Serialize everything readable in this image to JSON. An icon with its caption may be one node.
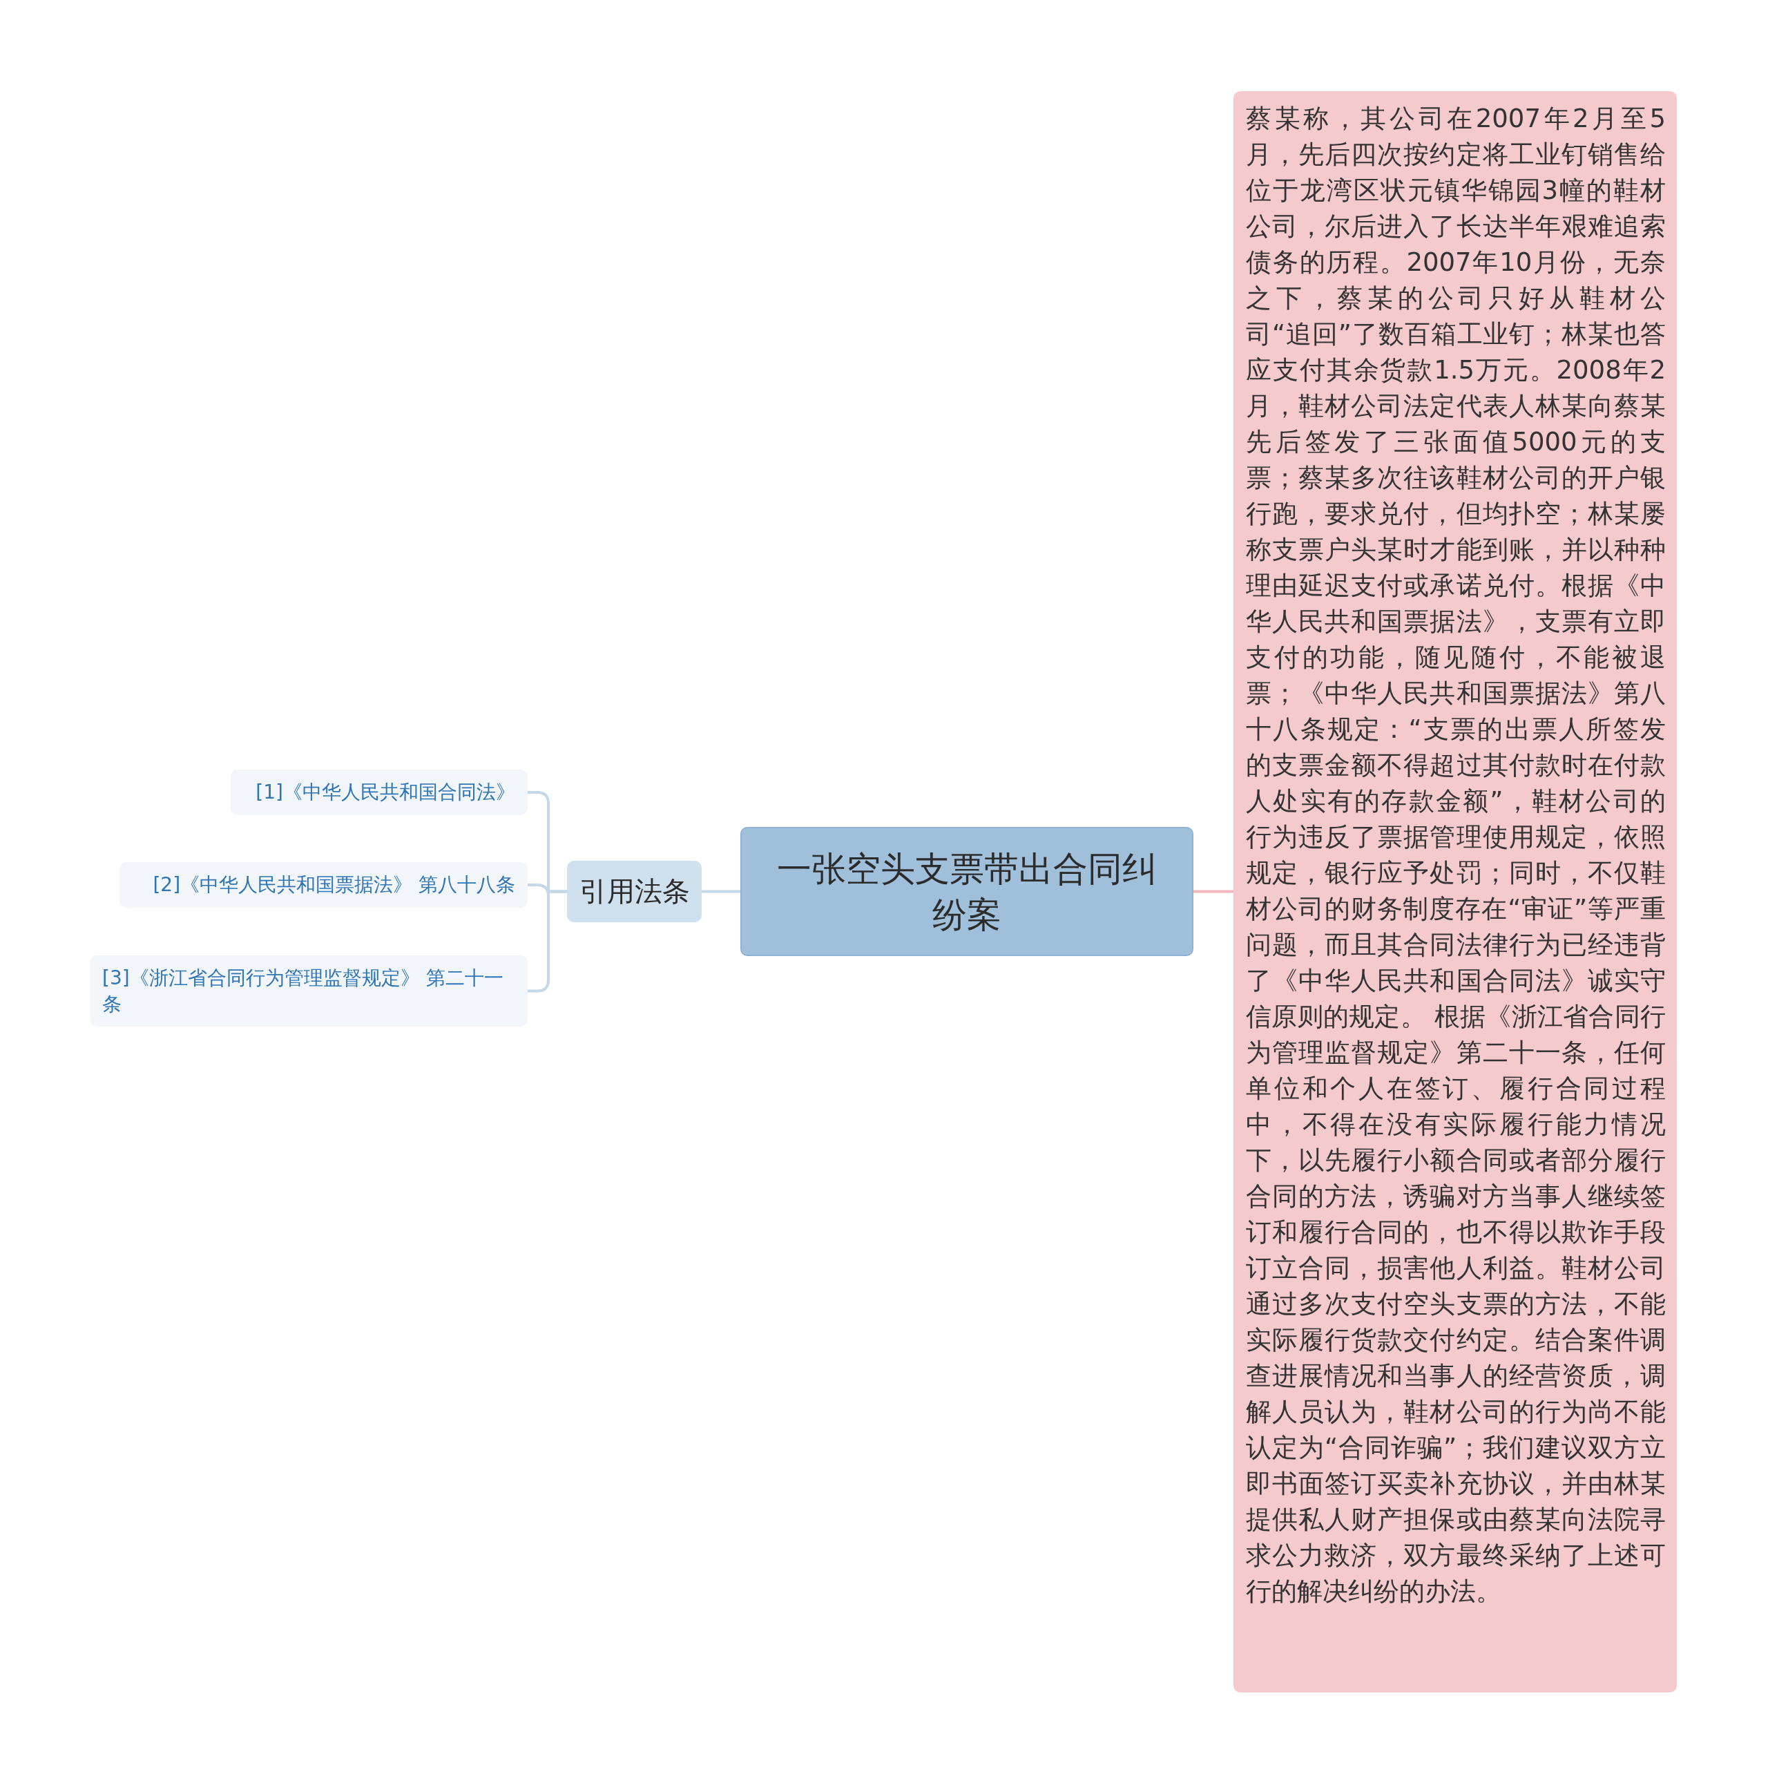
{
  "diagram": {
    "nodes": [
      {
        "text": [
          "一张空头支票带出合同纠纷案"
        ]
      },
      {
        "text": [
          "引用法条"
        ]
      },
      {
        "text": [
          "[1]《中华人民共和国合同法》"
        ]
      },
      {
        "text": [
          "[2]《中华人民共和国票据法》 第八十八条"
        ]
      },
      {
        "text": [
          "[3]《浙江省合同行为管理监督规定》 第二十一条"
        ]
      },
      {
        "text": [
          "蔡某称，其公司在2007年2月至5月，先后四次按约定将工业钉销售给位于龙湾区状元镇华锦园3幢的鞋材公司，尔后进入了长达半年艰难追索债务的历程。2007年10月份，无奈之下，蔡某的公司只好从鞋材公司“追回”了数百箱工业钉；林某也答应支付其余货款1.5万元。2008年2月，鞋材公司法定代表人林某向蔡某先后签发了三张面值5000元的支票；蔡某多次往该鞋材公司的开户银行跑，要求兑付，但均扑空；林某屡称支票户头某时才能到账，并以种种理由延迟支付或承诺兑付。根据《中华人民共和国票据法》，支票有立即支付的功能，随见随付，不能被退票；《中华人民共和国票据法》第八十八条规定：“支票的出票人所签发的支票金额不得超过其付款时在付款人处实有的存款金额”，鞋材公司的行为违反了票据管理使用规定，依照规定，银行应予处罚；同时，不仅鞋材公司的财务制度存在“审证”等严重问题，而且其合同法律行为已经违背了《中华人民共和国合同法》诚实守信原则的规定。 根据《浙江省合同行为管理监督规定》第二十一条，任何单位和个人在签订、履行合同过程中，不得在没有实际履行能力情况下，以先履行小额合同或者部分履行合同的方法，诱骗对方当事人继续签订和履行合同的，也不得以欺诈手段订立合同，损害他人利益。鞋材公司通过多次支付空头支票的方法，不能实际履行货款交付约定。结合案件调查进展情况和当事人的经营资质，调解人员认为，鞋材公司的行为尚不能认定为“合同诈骗”；我们建议双方立即书面签订买卖补充协议，并由林某提供私人财产担保或由蔡某向法院寻求公力救济，双方最终采纳了上述可行的解决纠纷的办法。"
        ]
      }
    ],
    "edges": [
      {
        "from": 0,
        "to": 1,
        "arrow": "none"
      },
      {
        "from": 1,
        "to": 2,
        "arrow": "none"
      },
      {
        "from": 1,
        "to": 3,
        "arrow": "none"
      },
      {
        "from": 1,
        "to": 4,
        "arrow": "none"
      },
      {
        "from": 0,
        "to": 5,
        "arrow": "none",
        "color": "#f2b8bc"
      }
    ]
  }
}
